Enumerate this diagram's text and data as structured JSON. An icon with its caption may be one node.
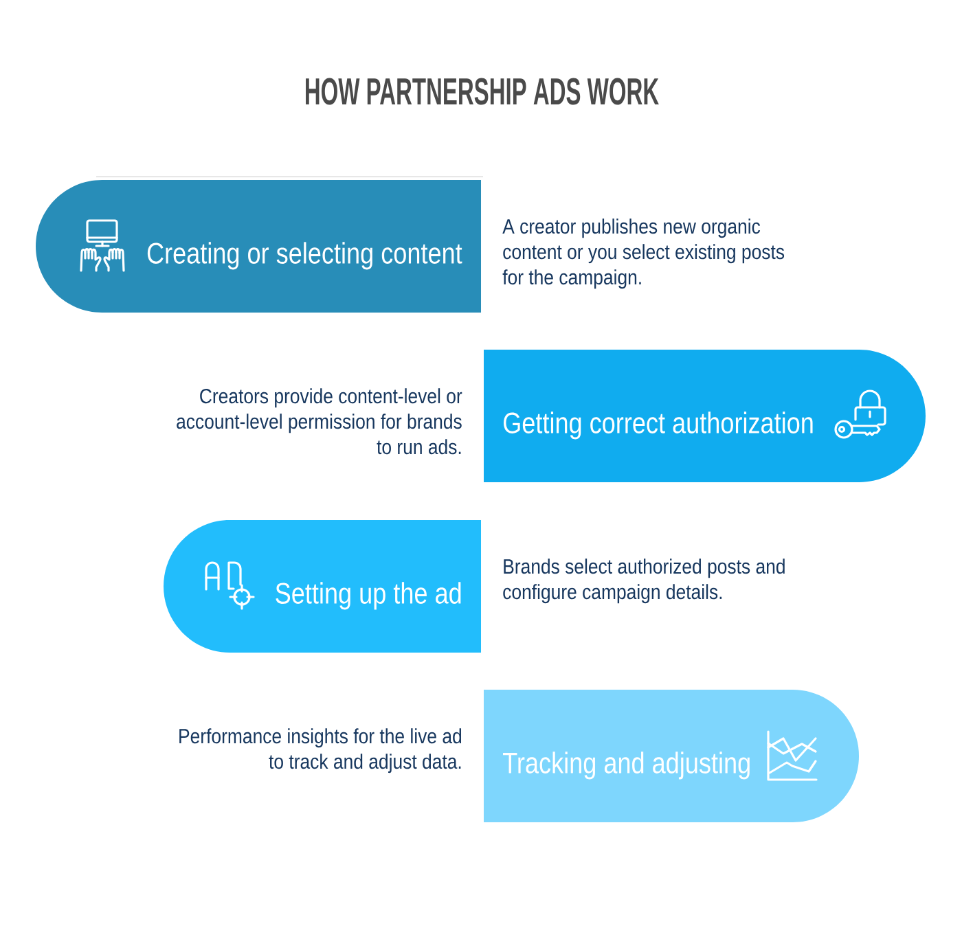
{
  "diagram": {
    "title": "HOW PARTNERSHIP ADS WORK",
    "nodes": [
      {
        "text": [
          "Creating or selecting content"
        ],
        "beside": [
          "A creator publishes new organic content or you select existing posts for the campaign."
        ]
      },
      {
        "text": [
          "Getting correct authorization"
        ],
        "beside": [
          "Creators provide content-level or account-level permission for brands to run ads."
        ]
      },
      {
        "text": [
          "Setting up the ad"
        ],
        "beside": [
          "Brands select authorized posts and configure campaign details."
        ]
      },
      {
        "text": [
          "Tracking and adjusting"
        ],
        "beside": [
          "Performance insights for the live ad to track and adjust data."
        ]
      }
    ]
  }
}
